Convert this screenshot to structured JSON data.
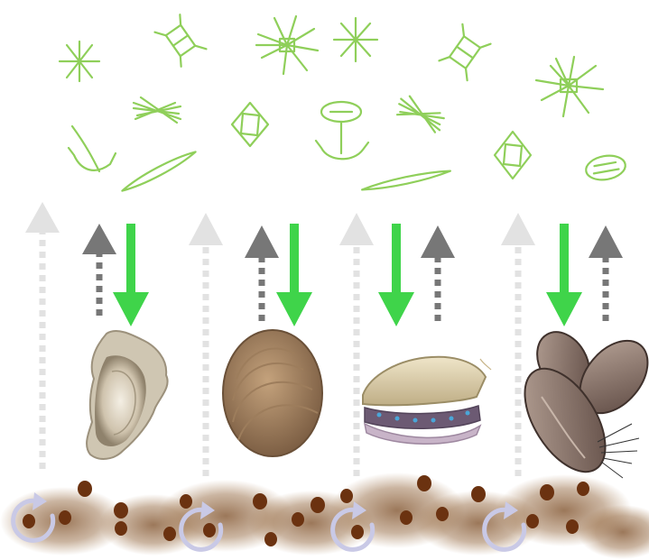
{
  "diagram": {
    "labels": [],
    "colors": {
      "plankton": "#8fcf5a",
      "down_arrow": "#3fd44a",
      "up_arrow_dark": "#777777",
      "up_arrow_light": "#e2e2e2",
      "sediment": "#7a4a22",
      "pellet": "#6b3210",
      "cycle_arrow": "#c9c9e6"
    },
    "icons": [
      "phytoplankton-icon",
      "oyster-icon",
      "clam-icon",
      "scallop-icon",
      "mussel-icon",
      "cycle-arrow-icon",
      "sediment-pellet-icon"
    ],
    "organisms": [
      "oyster",
      "clam",
      "scallop",
      "mussel"
    ]
  }
}
